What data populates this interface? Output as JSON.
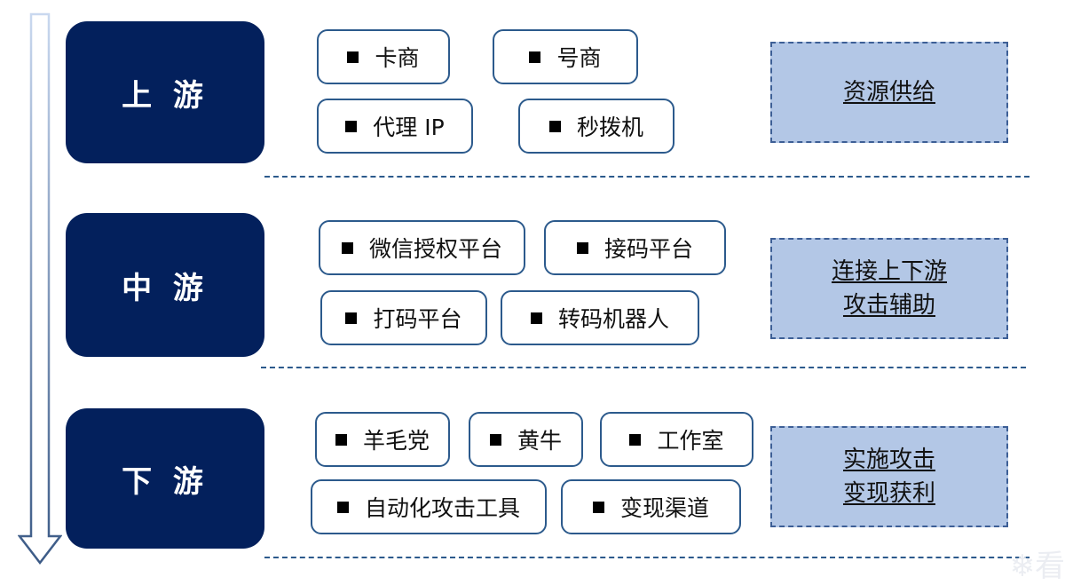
{
  "diagram": {
    "flow_direction": "top-to-bottom",
    "tiers": [
      {
        "label": "上 游",
        "items": [
          "卡商",
          "号商",
          "代理 IP",
          "秒拨机"
        ],
        "summary": [
          "资源供给"
        ]
      },
      {
        "label": "中 游",
        "items": [
          "微信授权平台",
          "接码平台",
          "打码平台",
          "转码机器人"
        ],
        "summary": [
          "连接上下游",
          "攻击辅助"
        ]
      },
      {
        "label": "下 游",
        "items": [
          "羊毛党",
          "黄牛",
          "工作室",
          "自动化攻击工具",
          "变现渠道"
        ],
        "summary": [
          "实施攻击",
          "变现获利"
        ]
      }
    ],
    "colors": {
      "tier_fill": "#03205c",
      "item_border": "#2c5a8c",
      "summary_fill": "#b3c7e6",
      "summary_border": "#3d5f96",
      "arrow_top": "#c9d8ef",
      "arrow_bottom": "#3b5a86"
    },
    "watermark": "看"
  }
}
